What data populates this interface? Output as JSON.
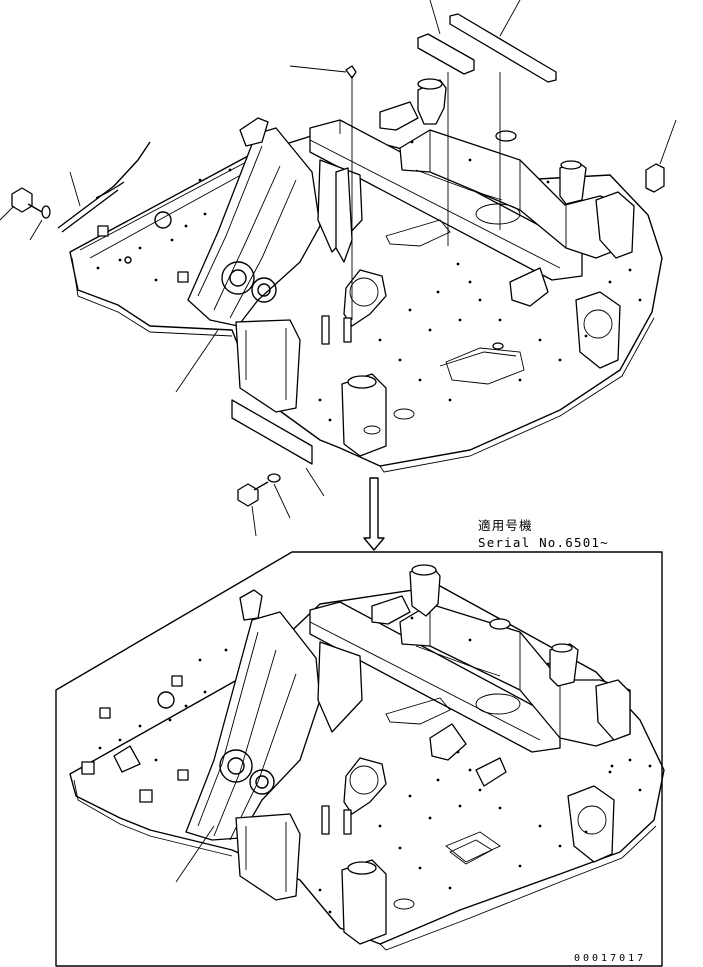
{
  "figure": {
    "serial_label_line1": "適用号機",
    "serial_label_line2": "Serial No.6501~",
    "document_number": "00017017"
  }
}
